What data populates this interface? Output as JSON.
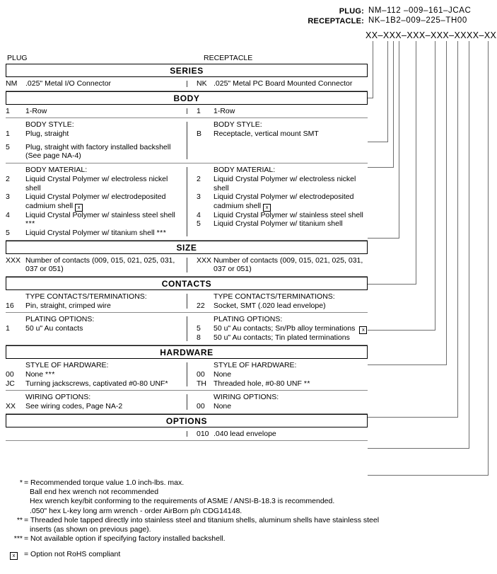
{
  "header": {
    "plug_label": "PLUG:",
    "receptacle_label": "RECEPTACLE:",
    "plug_value": "NM–112 –009–161–JCAC",
    "receptacle_value": "NK–1B2–009–225–TH00",
    "mask_value": "XX–XXX–XXX–XXX–XXXX–XXX"
  },
  "columns": {
    "plug": "PLUG",
    "receptacle": "RECEPTACLE"
  },
  "bands": {
    "series": "SERIES",
    "body": "BODY",
    "size": "SIZE",
    "contacts": "CONTACTS",
    "hardware": "HARDWARE",
    "options": "OPTIONS"
  },
  "series": {
    "plug": [
      {
        "code": "NM",
        "text": ".025\" Metal I/O Connector"
      }
    ],
    "receptacle": [
      {
        "code": "NK",
        "text": ".025\" Metal PC Board Mounted Connector"
      }
    ]
  },
  "body_rows": {
    "plug": [
      {
        "code": "1",
        "text": "1-Row"
      }
    ],
    "receptacle": [
      {
        "code": "1",
        "text": "1-Row"
      }
    ]
  },
  "body_style": {
    "heading": "BODY STYLE:",
    "plug": [
      {
        "code": "1",
        "text": "Plug, straight"
      },
      {
        "code": "5",
        "text": "Plug, straight with factory installed backshell",
        "cont": "(See page NA-4)"
      }
    ],
    "receptacle": [
      {
        "code": "B",
        "text": "Receptacle, vertical mount SMT"
      }
    ]
  },
  "body_material": {
    "heading": "BODY MATERIAL:",
    "plug": [
      {
        "code": "2",
        "text": "Liquid Crystal Polymer w/ electroless nickel shell"
      },
      {
        "code": "3",
        "text": "Liquid Crystal Polymer w/ electrodeposited",
        "cont": "cadmium shell",
        "rohs": true
      },
      {
        "code": "4",
        "text": "Liquid Crystal Polymer w/ stainless steel shell",
        "stars": "***"
      },
      {
        "code": "5",
        "text": "Liquid Crystal Polymer w/ titanium shell",
        "stars": "***"
      }
    ],
    "receptacle": [
      {
        "code": "2",
        "text": "Liquid Crystal Polymer w/ electroless nickel shell"
      },
      {
        "code": "3",
        "text": "Liquid Crystal Polymer w/ electrodeposited",
        "cont": "cadmium shell",
        "rohs": true
      },
      {
        "code": "4",
        "text": "Liquid Crystal Polymer w/ stainless steel shell"
      },
      {
        "code": "5",
        "text": "Liquid Crystal Polymer w/ titanium shell"
      }
    ]
  },
  "size": {
    "plug": [
      {
        "code": "XXX",
        "text": "Number of contacts (009, 015, 021, 025, 031,",
        "cont": "037 or 051)"
      }
    ],
    "receptacle": [
      {
        "code": "XXX",
        "text": "Number of contacts (009, 015, 021, 025, 031,",
        "cont": "037 or 051)"
      }
    ]
  },
  "type_contacts": {
    "heading": "TYPE CONTACTS/TERMINATIONS:",
    "plug": [
      {
        "code": "16",
        "text": "Pin, straight, crimped wire"
      }
    ],
    "receptacle": [
      {
        "code": "22",
        "text": "Socket, SMT (.020 lead envelope)"
      }
    ]
  },
  "plating": {
    "heading": "PLATING OPTIONS:",
    "plug": [
      {
        "code": "1",
        "text": "50 u\" Au contacts"
      }
    ],
    "receptacle": [
      {
        "code": "5",
        "text": "50 u\" Au contacts; Sn/Pb alloy terminations",
        "rohs": true
      },
      {
        "code": "8",
        "text": "50 u\" Au contacts; Tin plated terminations"
      }
    ]
  },
  "hardware_style": {
    "heading": "STYLE OF HARDWARE:",
    "plug": [
      {
        "code": "00",
        "text": "None",
        "stars": "***"
      },
      {
        "code": "JC",
        "text": "Turning jackscrews, captivated #0-80 UNF*"
      }
    ],
    "receptacle": [
      {
        "code": "00",
        "text": "None"
      },
      {
        "code": "TH",
        "text": "Threaded hole, #0-80 UNF",
        "stars": "**"
      }
    ]
  },
  "wiring": {
    "heading": "WIRING OPTIONS:",
    "plug": [
      {
        "code": "XX",
        "text": "See wiring codes, Page NA-2"
      }
    ],
    "receptacle": [
      {
        "code": "00",
        "text": "None"
      }
    ]
  },
  "options_rows": {
    "plug": [],
    "receptacle": [
      {
        "code": "010",
        "text": ".040 lead envelope"
      }
    ]
  },
  "footnotes": [
    {
      "mark": "*",
      "text": "= Recommended torque value 1.0 inch-lbs. max.",
      "lines": [
        "Ball end hex wrench not recommended",
        "Hex wrench key/bit conforming to the requirements of ASME / ANSI-B-18.3 is recommended.",
        ".050\" hex L-key long arm wrench - order AirBorn p/n CDG14148."
      ]
    },
    {
      "mark": "**",
      "text": "= Threaded hole tapped directly into stainless steel and titanium shells, aluminum shells have stainless steel",
      "lines": [
        "inserts (as shown on previous page)."
      ]
    },
    {
      "mark": "***",
      "text": "= Not available option if specifying factory installed backshell.",
      "lines": []
    }
  ],
  "rohs_note": "= Option not RoHS compliant"
}
